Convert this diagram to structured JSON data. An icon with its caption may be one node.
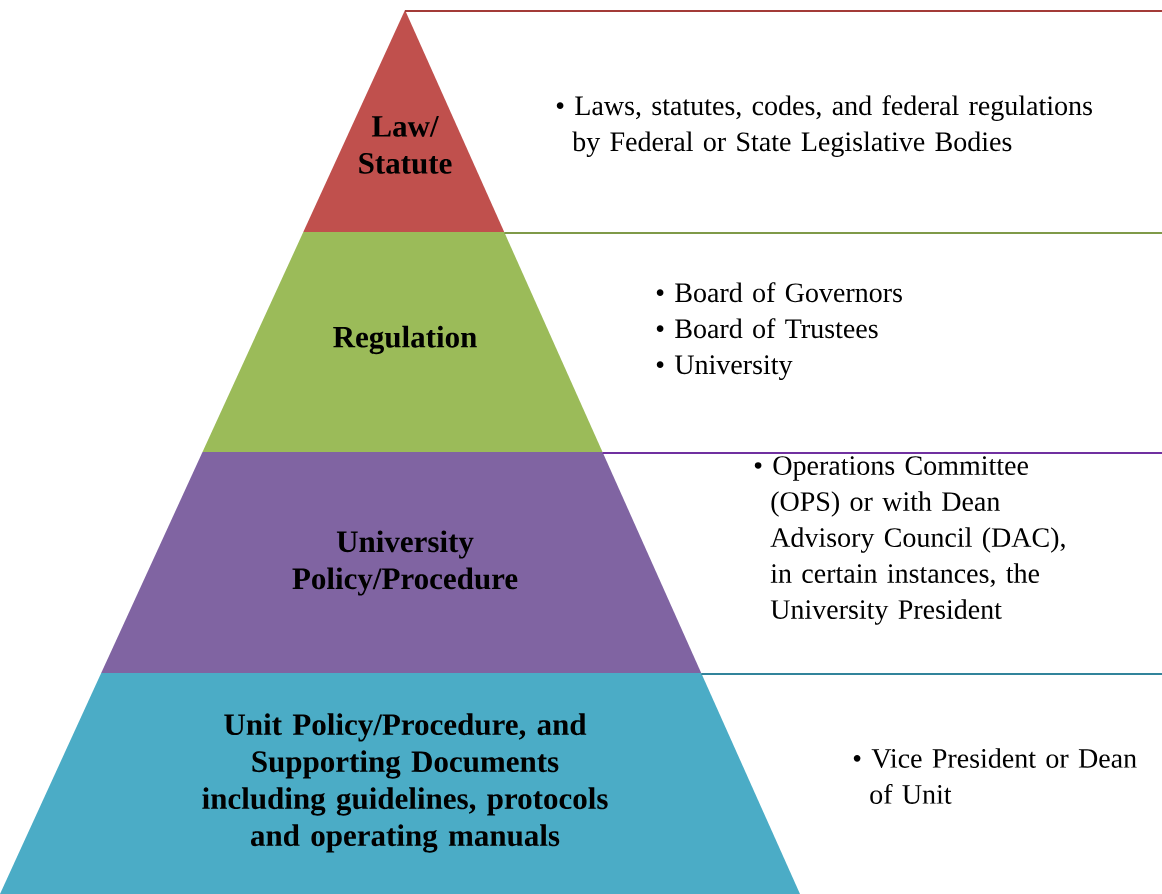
{
  "diagram": {
    "nodes": [
      {
        "text": [
          "Law/ Statute"
        ]
      },
      {
        "text": [
          "• Laws, statutes, codes, and federal regulations by Federal or State Legislative Bodies"
        ]
      },
      {
        "text": [
          "Regulation"
        ]
      },
      {
        "text": [
          "• Board of Governors",
          "• Board of Trustees",
          "• University"
        ]
      },
      {
        "text": [
          "University Policy/Procedure"
        ]
      },
      {
        "text": [
          "• Operations Committee (OPS) or with Dean Advisory Council (DAC), in certain instances, the University President"
        ]
      },
      {
        "text": [
          "Unit Policy/Procedure, and Supporting Documents including guidelines, protocols and operating manuals"
        ]
      },
      {
        "text": [
          "• Vice President or Dean of Unit"
        ]
      }
    ]
  }
}
